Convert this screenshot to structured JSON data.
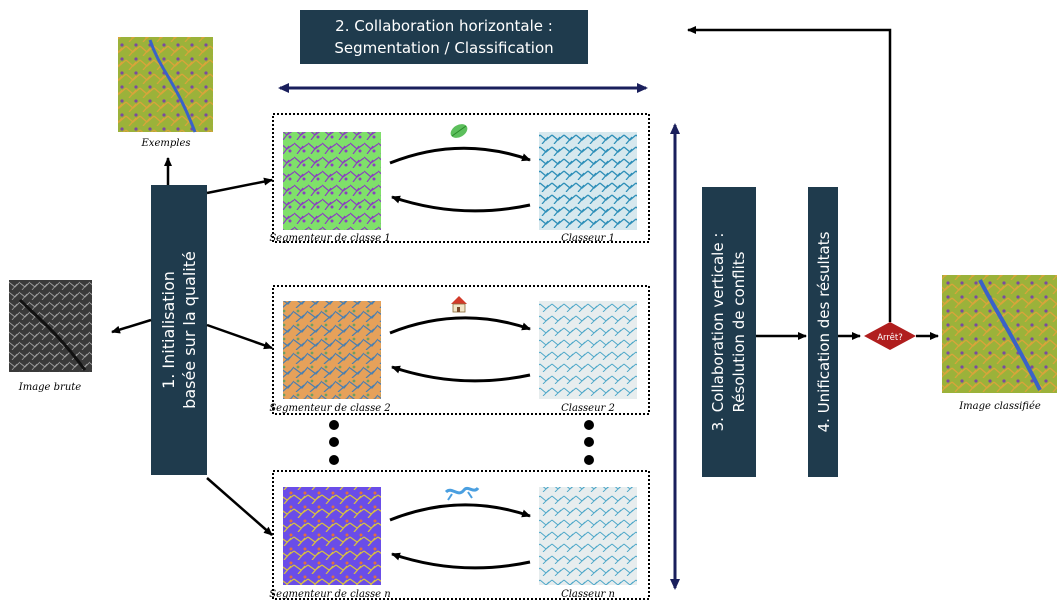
{
  "header_box": {
    "line1": "2. Collaboration horizontale :",
    "line2": "Segmentation / Classification"
  },
  "init_box": {
    "line1": "1. Initialisation",
    "line2": "basée sur la qualité"
  },
  "vertical_box": {
    "line1": "3. Collaboration verticale :",
    "line2": "Résolution de conflits"
  },
  "unification_box": {
    "label": "4. Unification des résultats"
  },
  "decision": {
    "label": "Arrêt?"
  },
  "captions": {
    "exemples": "Exemples",
    "image_brute": "Image brute",
    "image_classifiee": "Image classifiée"
  },
  "rows": [
    {
      "segmenter_caption": "Segmenteur de classe 1",
      "classifier_caption": "Classeur 1",
      "class_icon": "leaf-icon",
      "segmenter_color": "#7fe06a"
    },
    {
      "segmenter_caption": "Segmenteur de classe 2",
      "classifier_caption": "Classeur 2",
      "class_icon": "house-icon",
      "segmenter_color": "#e6a15a"
    },
    {
      "segmenter_caption": "Segmenteur de classe n",
      "classifier_caption": "Classeur n",
      "class_icon": "water-icon",
      "segmenter_color": "#6a4de8"
    }
  ],
  "colors": {
    "box_fill": "#1f3b4d",
    "arrow_navy": "#1a1f5c",
    "decision_fill": "#b01e1e",
    "classifier_blue": "#2e8fb8"
  }
}
